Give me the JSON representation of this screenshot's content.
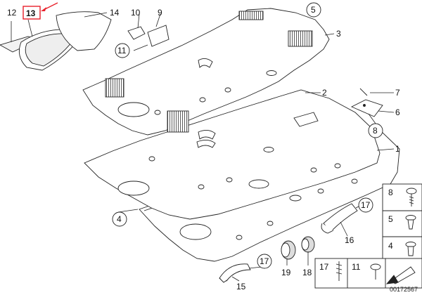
{
  "diagram": {
    "part_numbers": {
      "p1": "1",
      "p2": "2",
      "p3": "3",
      "p4": "4",
      "p5": "5",
      "p6": "6",
      "p7": "7",
      "p8": "8",
      "p9": "9",
      "p10": "10",
      "p11": "11",
      "p12": "12",
      "p13": "13",
      "p14": "14",
      "p15": "15",
      "p16": "16",
      "p17": "17",
      "p18": "18",
      "p19": "19"
    },
    "legend": {
      "box8": "8",
      "box5": "5",
      "box4": "4",
      "box17": "17",
      "box11": "11"
    },
    "doc_id": "00172567",
    "highlight_color": "#e8202a",
    "line_color": "#222222"
  }
}
